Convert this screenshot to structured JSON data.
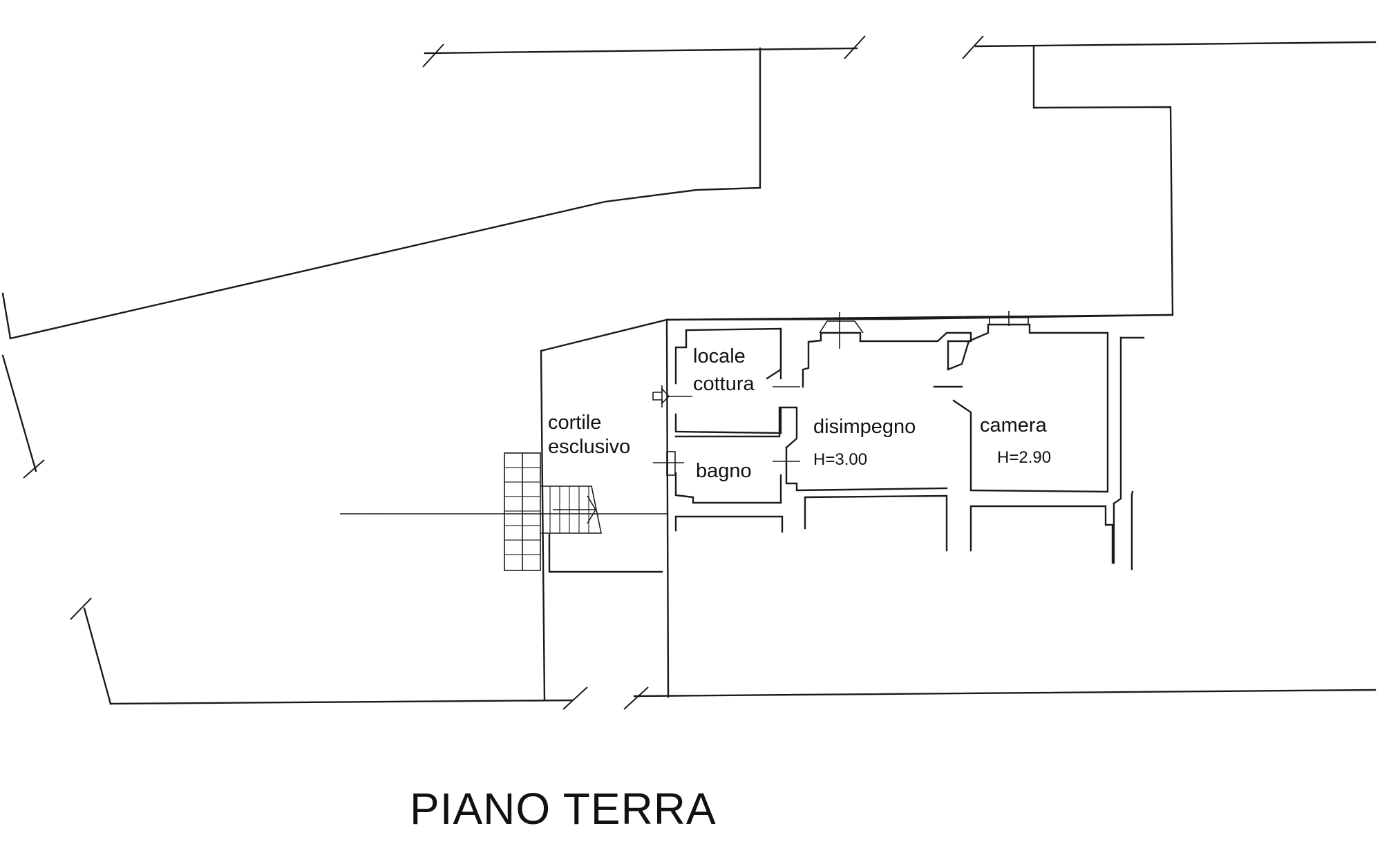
{
  "floor_title": "PIANO TERRA",
  "rooms": {
    "locale_cottura": {
      "line1": "locale",
      "line2": "cottura"
    },
    "cortile_esclusivo": {
      "line1": "cortile",
      "line2": "esclusivo"
    },
    "bagno": {
      "label": "bagno"
    },
    "disimpegno": {
      "label": "disimpegno",
      "height": "H=3.00"
    },
    "camera": {
      "label": "camera",
      "height": "H=2.90"
    }
  }
}
